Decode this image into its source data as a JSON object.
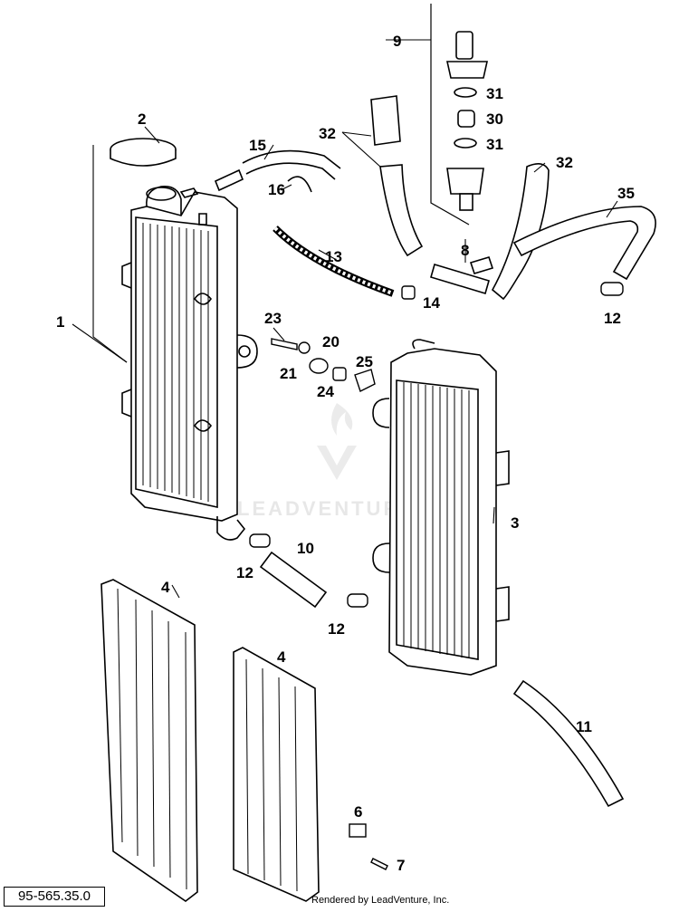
{
  "diagram": {
    "callouts": [
      {
        "id": "c1",
        "text": "1"
      },
      {
        "id": "c2",
        "text": "2"
      },
      {
        "id": "c3",
        "text": "3"
      },
      {
        "id": "c4a",
        "text": "4"
      },
      {
        "id": "c4b",
        "text": "4"
      },
      {
        "id": "c6",
        "text": "6"
      },
      {
        "id": "c7",
        "text": "7"
      },
      {
        "id": "c8",
        "text": "8"
      },
      {
        "id": "c9",
        "text": "9"
      },
      {
        "id": "c10",
        "text": "10"
      },
      {
        "id": "c11",
        "text": "11"
      },
      {
        "id": "c12a",
        "text": "12"
      },
      {
        "id": "c12b",
        "text": "12"
      },
      {
        "id": "c12c",
        "text": "12"
      },
      {
        "id": "c13",
        "text": "13"
      },
      {
        "id": "c14",
        "text": "14"
      },
      {
        "id": "c15",
        "text": "15"
      },
      {
        "id": "c16",
        "text": "16"
      },
      {
        "id": "c20",
        "text": "20"
      },
      {
        "id": "c21",
        "text": "21"
      },
      {
        "id": "c23",
        "text": "23"
      },
      {
        "id": "c24",
        "text": "24"
      },
      {
        "id": "c25",
        "text": "25"
      },
      {
        "id": "c30",
        "text": "30"
      },
      {
        "id": "c31a",
        "text": "31"
      },
      {
        "id": "c31b",
        "text": "31"
      },
      {
        "id": "c32a",
        "text": "32"
      },
      {
        "id": "c32b",
        "text": "32"
      },
      {
        "id": "c35",
        "text": "35"
      }
    ],
    "part_number": "95-565.35.0",
    "credit": "Rendered by LeadVenture, Inc.",
    "watermark": "LEADVENTURE"
  }
}
